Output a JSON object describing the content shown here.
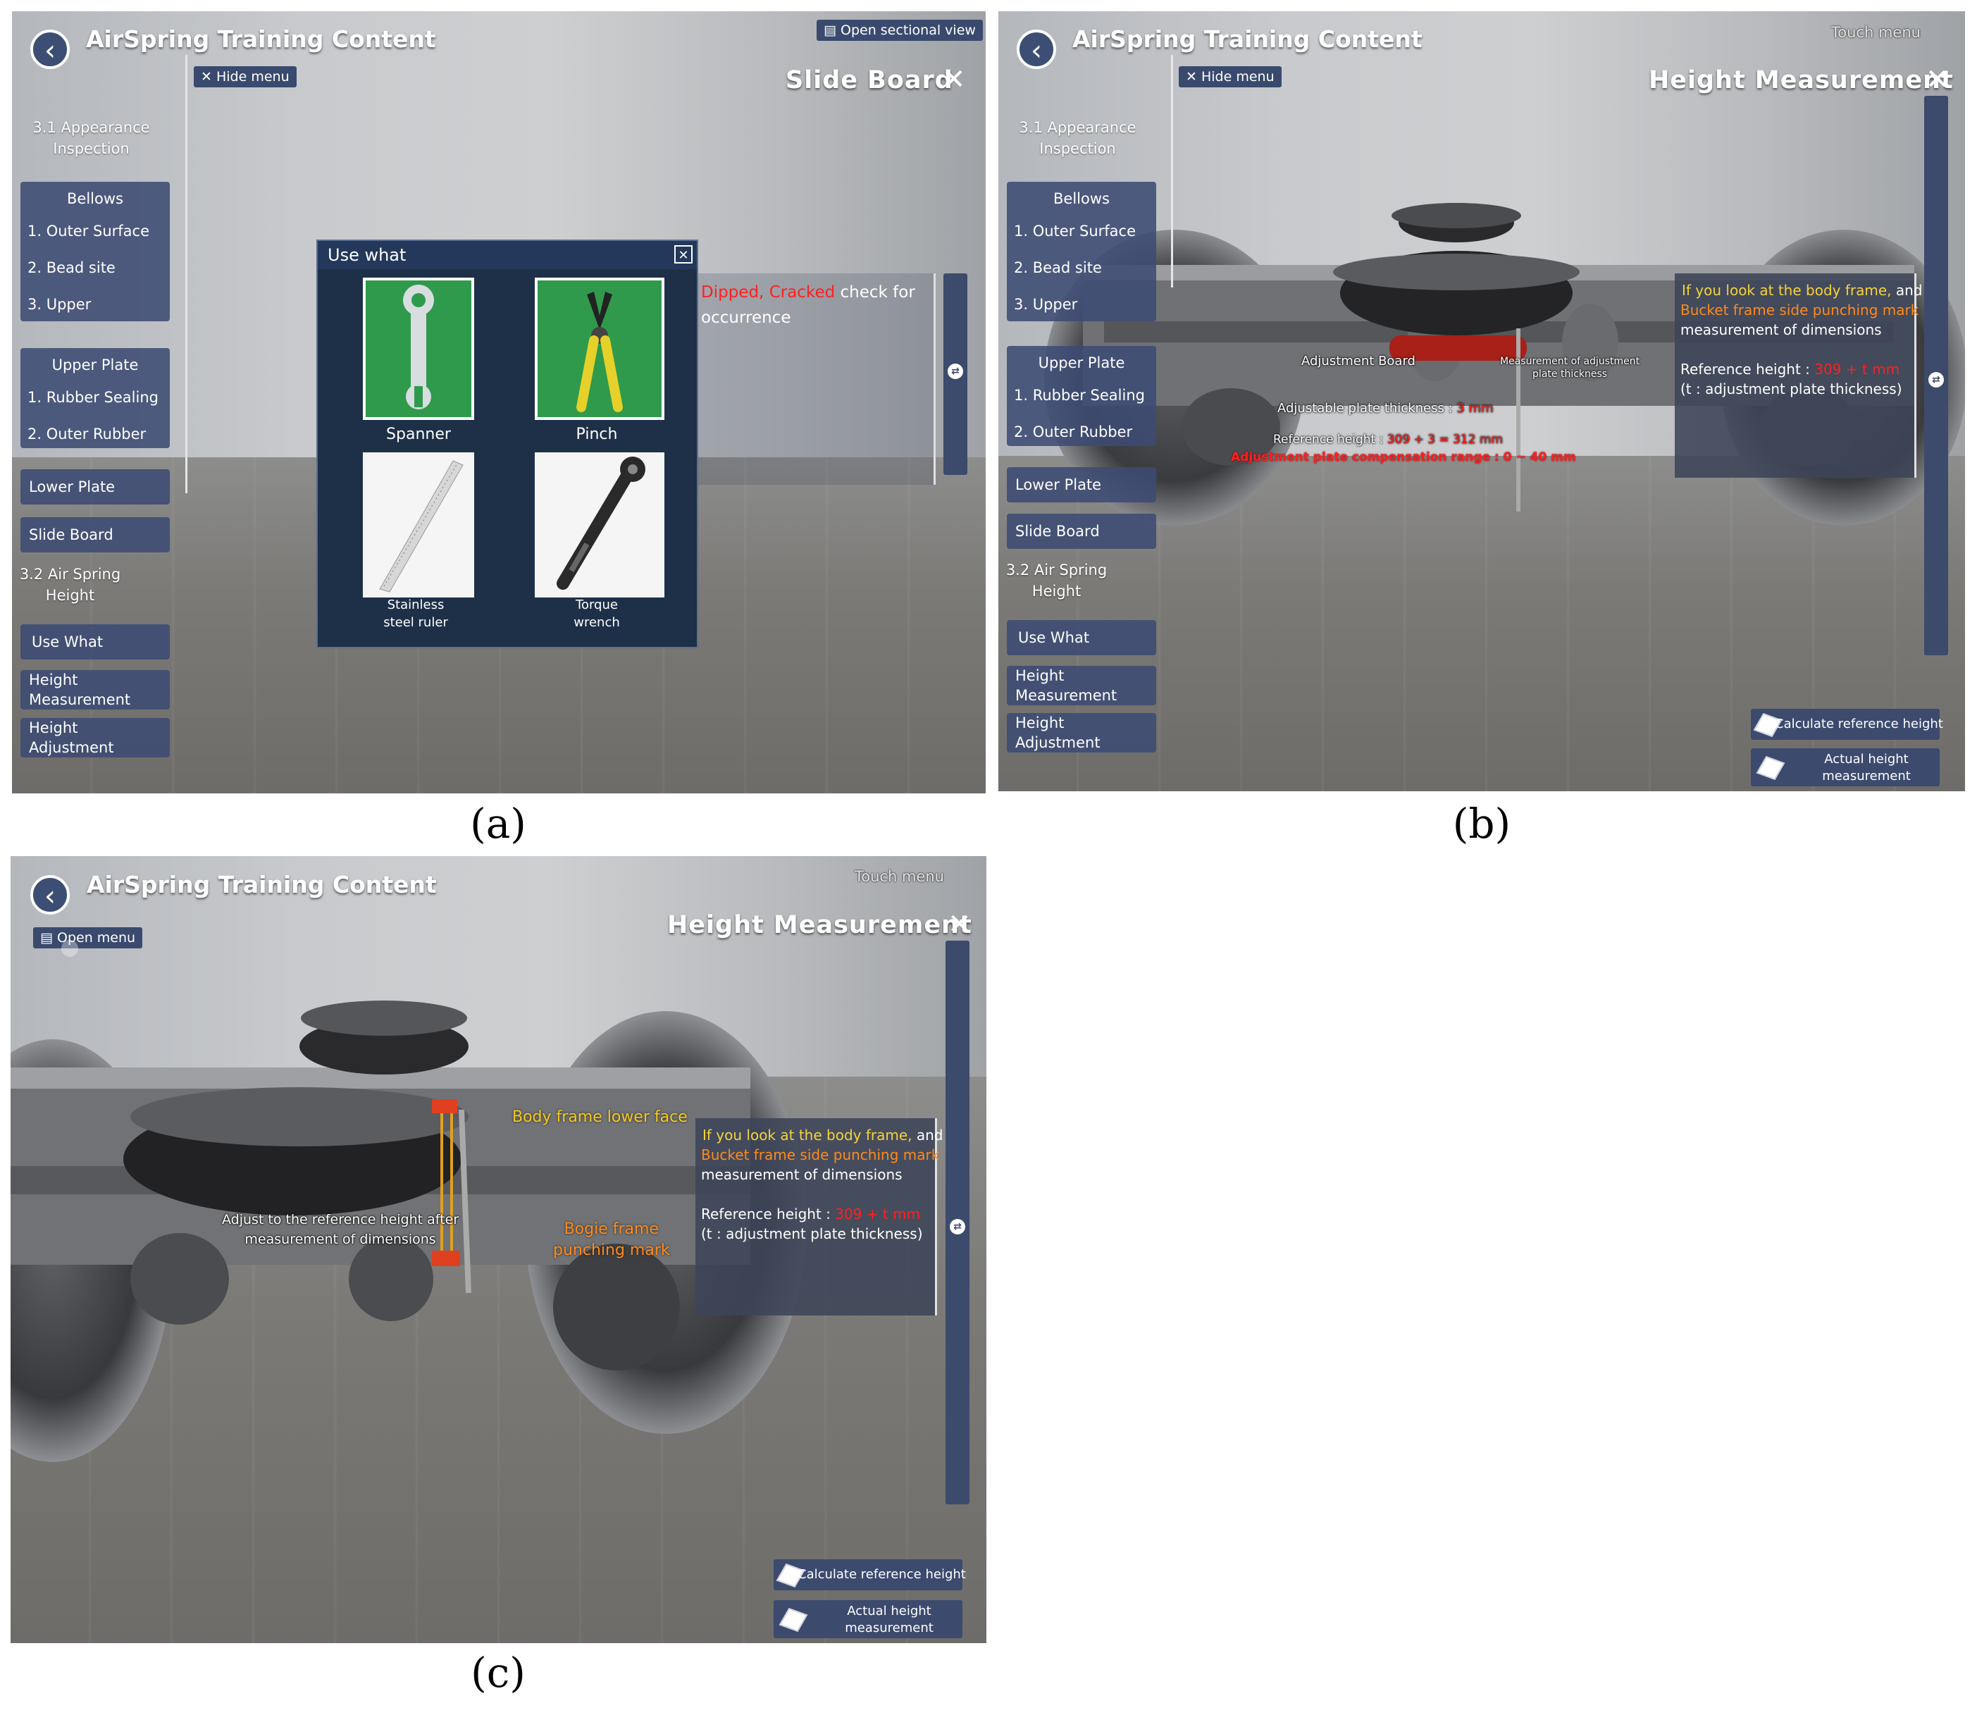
{
  "common": {
    "app_title": "AirSpring Training Content",
    "back_icon": "chevron-left-icon",
    "hide_menu": "Hide menu",
    "open_menu": "Open menu",
    "touch_menu": "Touch menu",
    "open_sectional_view": "Open sectional view",
    "calculate_reference_height": "Calculate reference height",
    "actual_height_line1": "Actual height",
    "actual_height_line2": "measurement"
  },
  "menu": {
    "section1_line1": "3.1 Appearance",
    "section1_line2": "Inspection",
    "bellows": {
      "header": "Bellows",
      "items": [
        "1. Outer Surface",
        "2. Bead site",
        "3. Upper"
      ]
    },
    "upper_plate": {
      "header": "Upper Plate",
      "items": [
        "1. Rubber Sealing",
        "2. Outer Rubber"
      ]
    },
    "lower_plate": "Lower Plate",
    "slide_board": "Slide Board",
    "section2_line1": "3.2 Air Spring",
    "section2_line2": "Height",
    "use_what": "Use What",
    "height_measurement_line1": "Height",
    "height_measurement_line2": "Measurement",
    "height_adjustment_line1": "Height",
    "height_adjustment_line2": "Adjustment"
  },
  "panel_a": {
    "caption": "(a)",
    "page_title": "Slide Board",
    "dialog": {
      "title": "Use what",
      "tools": [
        {
          "label": "Spanner"
        },
        {
          "label": "Pinch"
        },
        {
          "label_line1": "Stainless",
          "label_line2": "steel ruler"
        },
        {
          "label_line1": "Torque",
          "label_line2": "wrench"
        }
      ]
    },
    "info": {
      "red1": "Dipped,",
      "red2": "Cracked",
      "rest1": "check for",
      "line2": "occurrence"
    }
  },
  "panel_b": {
    "caption": "(b)",
    "page_title": "Height Measurement",
    "info": {
      "line1_yellow": "If you look at the body frame,",
      "line1_white": "and",
      "line2_orange": "Bucket frame side punching mark",
      "line3": "measurement of dimensions",
      "ref_label": "Reference height :",
      "ref_value": "309 + t mm",
      "ref_note": "(t : adjustment plate thickness)"
    },
    "labels": {
      "adjustment_board": "Adjustment Board",
      "measurement_adjust_line1": "Measurement of adjustment",
      "measurement_adjust_line2": "plate thickness",
      "adjustable_thickness": "Adjustable plate thickness :",
      "adjustable_value": "3 mm",
      "reference_height": "Reference height :",
      "reference_value": "309 + 3 = 312 mm",
      "compensation": "Adjustment plate compensation range : 0 ~ 40 mm"
    }
  },
  "panel_c": {
    "caption": "(c)",
    "page_title": "Height Measurement",
    "info": {
      "line1_yellow": "If you look at the body frame,",
      "line1_white": "and",
      "line2_orange": "Bucket frame side punching mark",
      "line3": "measurement of dimensions",
      "ref_label": "Reference height :",
      "ref_value": "309 + t mm",
      "ref_note": "(t : adjustment plate thickness)"
    },
    "labels": {
      "body_frame_lower_face": "Body frame lower face",
      "adjust_line1": "Adjust to the reference height after",
      "adjust_line2": "measurement of dimensions",
      "bogie_line1": "Bogie frame",
      "bogie_line2": "punching mark"
    }
  },
  "colors": {
    "menu_bg": "#3c4b73",
    "dialog_bg": "#1e3048",
    "accent_yellow": "#f7d23a",
    "accent_orange": "#ff8a1c",
    "accent_red": "#ff2020"
  }
}
